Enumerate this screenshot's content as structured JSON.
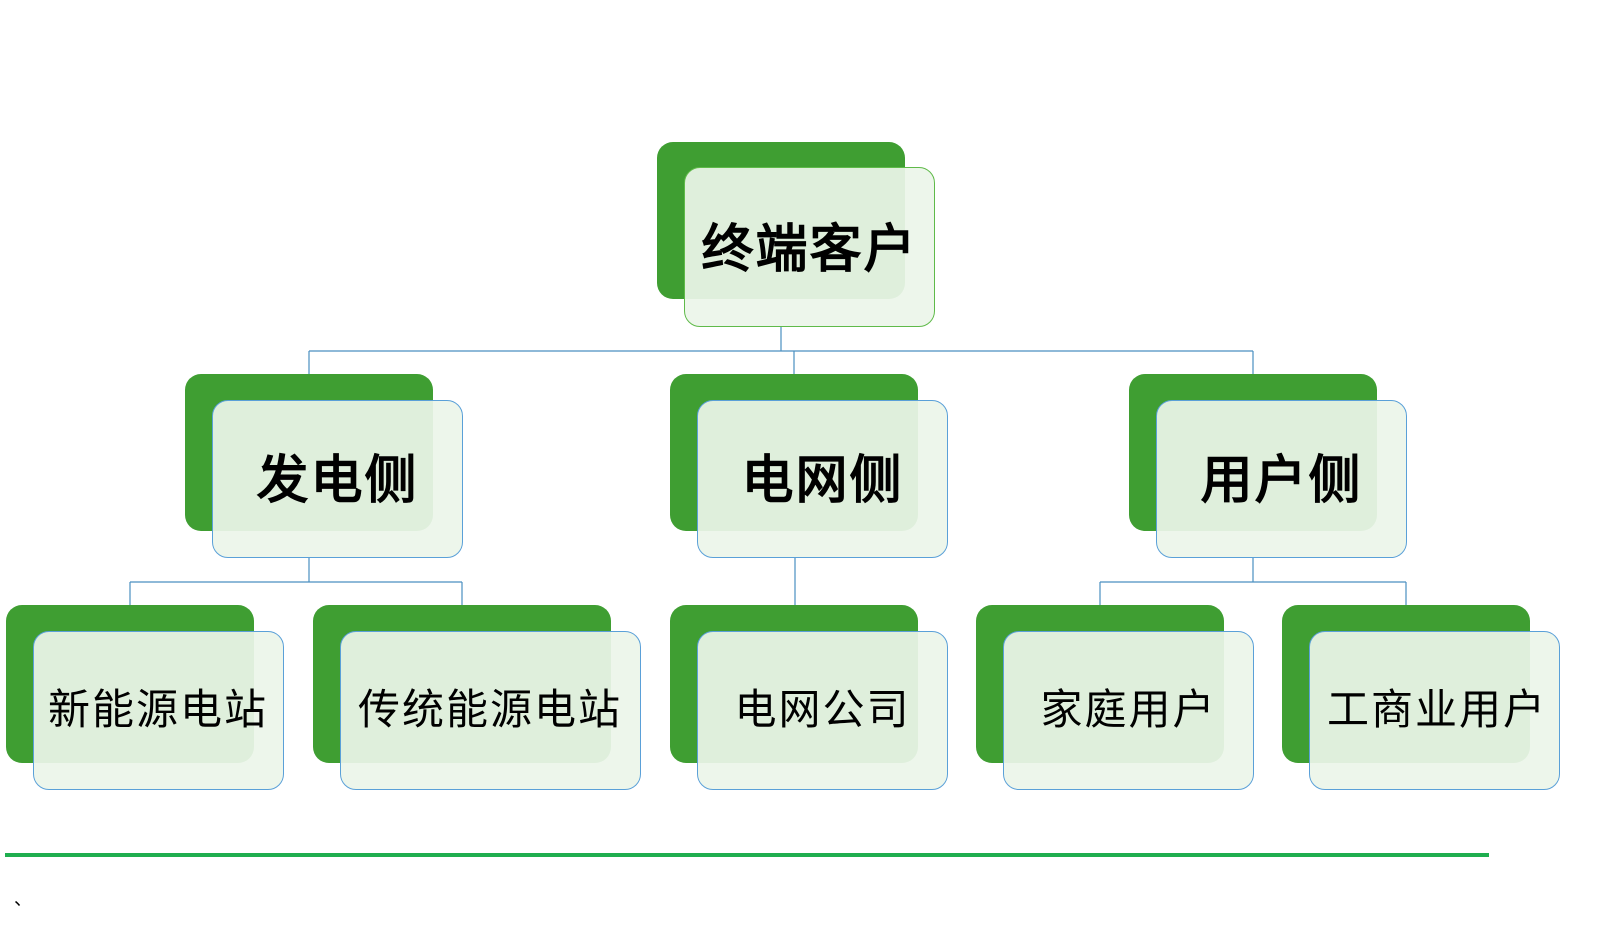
{
  "org_chart": {
    "root": {
      "label": "终端客户"
    },
    "level1": [
      {
        "label": "发电侧"
      },
      {
        "label": "电网侧"
      },
      {
        "label": "用户侧"
      }
    ],
    "level2": [
      {
        "label": "新能源电站"
      },
      {
        "label": "传统能源电站"
      },
      {
        "label": "电网公司"
      },
      {
        "label": "家庭用户"
      },
      {
        "label": "工商业用户"
      }
    ]
  },
  "footer": {
    "mark": "、"
  },
  "colors": {
    "back_card": "#3f9e32",
    "front_card": "#ecf5e9",
    "connector": "#4a8fc0",
    "divider": "#1fae4f"
  }
}
